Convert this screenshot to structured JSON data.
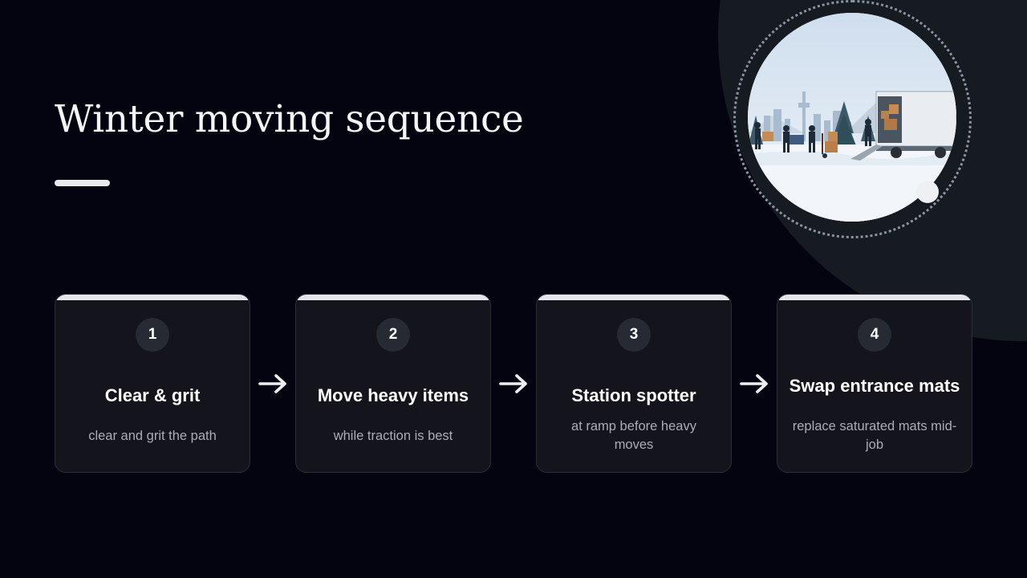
{
  "slide": {
    "title": "Winter moving sequence",
    "hero_image": "winter-moving-scene",
    "steps": [
      {
        "number": "1",
        "title": "Clear & grit",
        "description": "clear and grit the path"
      },
      {
        "number": "2",
        "title": "Move heavy items",
        "description": "while traction is best"
      },
      {
        "number": "3",
        "title": "Station spotter",
        "description": "at ramp before heavy moves"
      },
      {
        "number": "4",
        "title": "Swap entrance mats",
        "description": "replace saturated mats mid-job"
      }
    ],
    "connector_icon": "arrow-right-icon"
  },
  "colors": {
    "background": "#03040f",
    "corner_shape": "#151b21",
    "card": "#14151c",
    "card_accent": "#e3e5ea",
    "number_badge": "#262a33",
    "text_primary": "#ffffff",
    "text_secondary": "#a9adb8"
  }
}
